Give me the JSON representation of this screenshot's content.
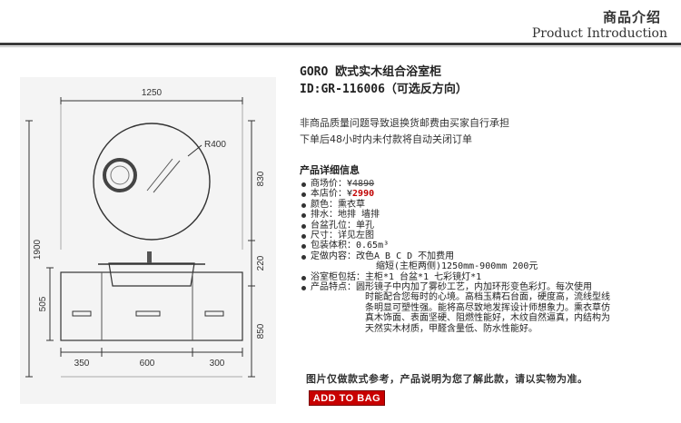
{
  "header": {
    "title_cn": "商品介绍",
    "title_en": "Product Introduction"
  },
  "drawing": {
    "dim_total_width": "1250",
    "dim_radius": "R400",
    "dim_mirror_height": "830",
    "dim_gap": "220",
    "dim_total_height": "1900",
    "dim_cabinet_height": "505",
    "dim_floor": "850",
    "dim_left": "350",
    "dim_center": "600",
    "dim_right": "300"
  },
  "product": {
    "name": "GORO 欧式实木组合浴室柜",
    "id": "ID:GR-116006（可选反方向）"
  },
  "notice": [
    "非商品质量问题导致退换货邮费由买家自行承担",
    "下单后48小时内未付款将自动关闭订单"
  ],
  "details_title": "产品详细信息",
  "specs": {
    "market_label": "商场价：¥",
    "market_price": "4890",
    "shop_label": "本店价：¥",
    "shop_price": "2990",
    "color": "颜色：熏衣草",
    "drain": "排水：地排 墙排",
    "basin_hole": "台盆孔位：单孔",
    "size": "尺寸：详见左图",
    "volume": "包装体积：0.65m³",
    "custom_1": "定做内容：改色A B C D 不加费用",
    "custom_2": "缩短(主柜两侧)1250mm-900mm  200元",
    "includes": "浴室柜包括：主柜*1 台盆*1 七彩镜灯*1",
    "feature_1": "产品特点：圆形镜子中内加了雾砂工艺，内加环形变色彩灯。每次使用",
    "feature_2": "时能配合您每时的心境。高档玉精石台面，硬度高，流线型线",
    "feature_3": "条明显可塑性强。能将高尽致地发挥设计师想象力。熏衣草仿",
    "feature_4": "真木饰面、表面坚硬、阻燃性能好，木纹自然逼真，内结构为",
    "feature_5": "天然实木材质，甲醛含量低、防水性能好。"
  },
  "footer_note": "图片仅做款式参考，产品说明为您了解此款，请以实物为准。",
  "cta": {
    "label": "ADD TO BAG"
  }
}
